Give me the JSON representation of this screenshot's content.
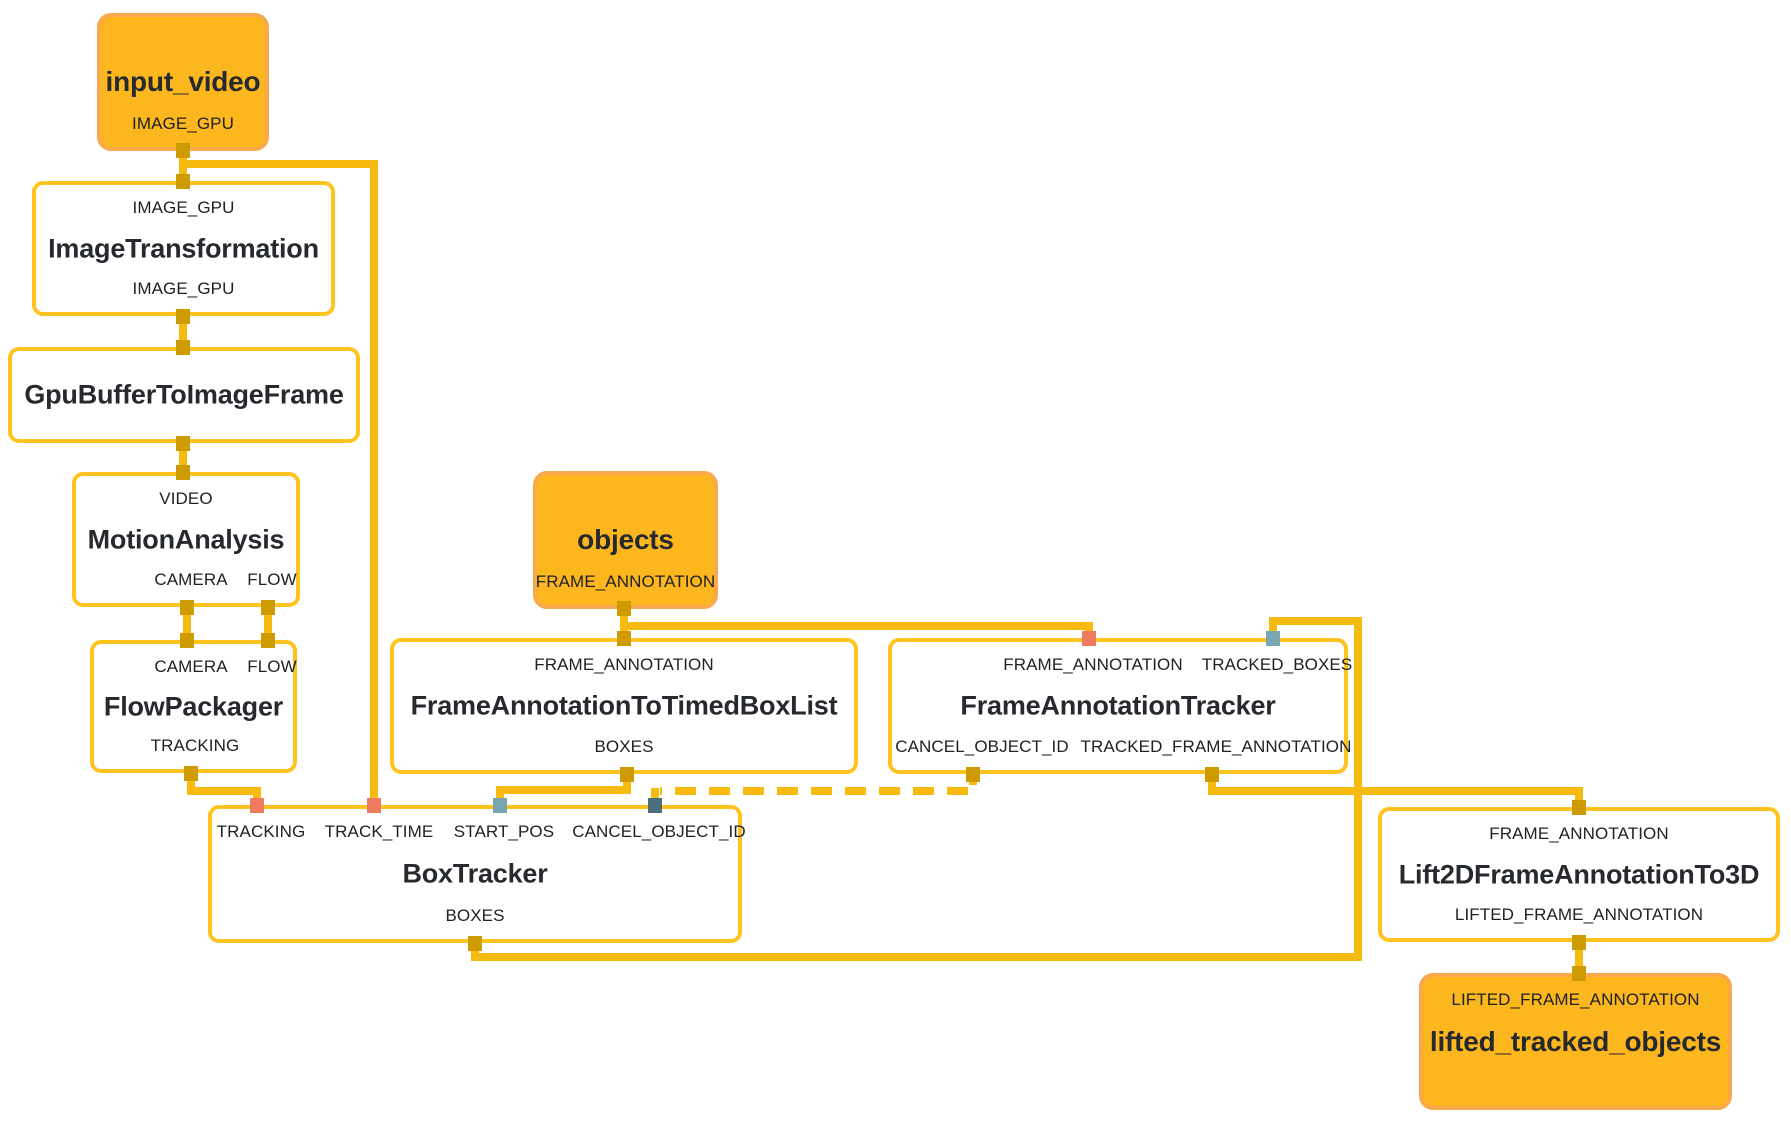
{
  "diagram_type": "mediapipe-calculator-graph",
  "colors": {
    "edge": "#F7BA0E",
    "calculator_node_border": "#FFC320",
    "calculator_node_fill": "#FFFFFF",
    "stream_node_fill": "#FCB71F",
    "stream_node_border": "#F9A94C",
    "port_marker_default": "#CD9A00",
    "port_marker_salmon": "#EF7B5F",
    "port_marker_teal": "#78A7B2",
    "port_marker_slate": "#4C6E7C",
    "text": "#202124"
  },
  "nodes": [
    {
      "id": "input_video",
      "kind": "stream",
      "title": "input_video",
      "bottom_ports": [
        "IMAGE_GPU"
      ]
    },
    {
      "id": "image_transformation",
      "kind": "calculator",
      "title": "ImageTransformation",
      "top_ports": [
        "IMAGE_GPU"
      ],
      "bottom_ports": [
        "IMAGE_GPU"
      ]
    },
    {
      "id": "gpu_buffer_to_image_frame",
      "kind": "calculator",
      "title": "GpuBufferToImageFrame",
      "top_ports": [],
      "bottom_ports": []
    },
    {
      "id": "motion_analysis",
      "kind": "calculator",
      "title": "MotionAnalysis",
      "top_ports": [
        "VIDEO"
      ],
      "bottom_ports": [
        "CAMERA",
        "FLOW"
      ]
    },
    {
      "id": "flow_packager",
      "kind": "calculator",
      "title": "FlowPackager",
      "top_ports": [
        "CAMERA",
        "FLOW"
      ],
      "bottom_ports": [
        "TRACKING"
      ]
    },
    {
      "id": "objects",
      "kind": "stream",
      "title": "objects",
      "bottom_ports": [
        "FRAME_ANNOTATION"
      ]
    },
    {
      "id": "frame_annotation_to_timed_box_list",
      "kind": "calculator",
      "title": "FrameAnnotationToTimedBoxList",
      "top_ports": [
        "FRAME_ANNOTATION"
      ],
      "bottom_ports": [
        "BOXES"
      ]
    },
    {
      "id": "frame_annotation_tracker",
      "kind": "calculator",
      "title": "FrameAnnotationTracker",
      "top_ports": [
        "FRAME_ANNOTATION",
        "TRACKED_BOXES"
      ],
      "bottom_ports": [
        "CANCEL_OBJECT_ID",
        "TRACKED_FRAME_ANNOTATION"
      ]
    },
    {
      "id": "box_tracker",
      "kind": "calculator",
      "title": "BoxTracker",
      "top_ports": [
        "TRACKING",
        "TRACK_TIME",
        "START_POS",
        "CANCEL_OBJECT_ID"
      ],
      "bottom_ports": [
        "BOXES"
      ]
    },
    {
      "id": "lift_2d_frame_annotation_to_3d",
      "kind": "calculator",
      "title": "Lift2DFrameAnnotationTo3D",
      "top_ports": [
        "FRAME_ANNOTATION"
      ],
      "bottom_ports": [
        "LIFTED_FRAME_ANNOTATION"
      ]
    },
    {
      "id": "lifted_tracked_objects",
      "kind": "stream",
      "title": "lifted_tracked_objects",
      "top_ports": [
        "LIFTED_FRAME_ANNOTATION"
      ]
    }
  ]
}
